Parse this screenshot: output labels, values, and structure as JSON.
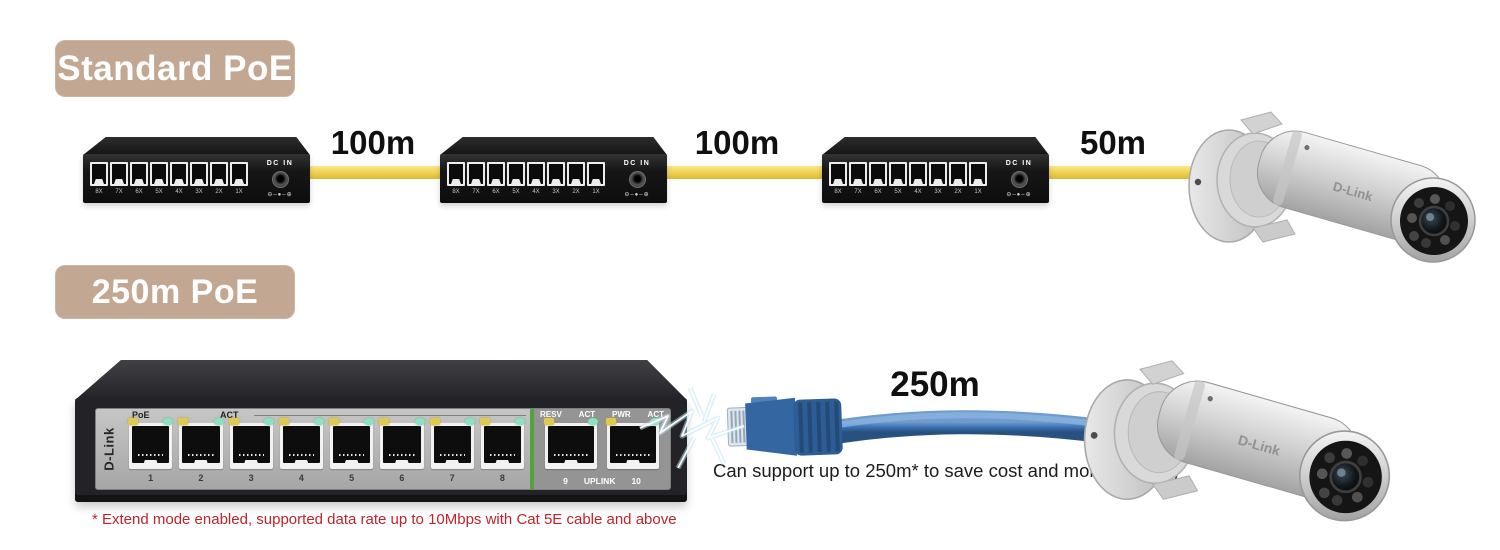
{
  "standard": {
    "badge_label": "Standard PoE",
    "distances": [
      "100m",
      "100m",
      "50m"
    ]
  },
  "extended": {
    "badge_label": "250m PoE",
    "distance_label": "250m",
    "caption": "Can support up to 250m* to save cost and more flexibility",
    "footnote": "* Extend mode enabled, supported data rate up to 10Mbps with Cat 5E cable and above"
  },
  "small_switch": {
    "dc_label": "DC IN",
    "polarity": "⊖–●–⊕",
    "port_labels": [
      "8X",
      "7X",
      "6X",
      "5X",
      "4X",
      "3X",
      "2X",
      "1X"
    ]
  },
  "big_switch": {
    "brand": "D-Link",
    "led_labels": [
      "PoE",
      "ACT"
    ],
    "uplink_led_labels": [
      "RESV",
      "ACT",
      "PWR",
      "ACT"
    ],
    "port_numbers": [
      "1",
      "2",
      "3",
      "4",
      "5",
      "6",
      "7",
      "8"
    ],
    "uplink_port_numbers": [
      "9",
      "10"
    ],
    "uplink_label": "UPLINK"
  },
  "camera": {
    "brand": "D-Link"
  },
  "colors": {
    "badge-bg": "#c2a893",
    "cable-yellow": "#f0d355",
    "cable-blue": "#3a72b4",
    "footnote-red": "#c2232a",
    "divider-green": "#53a33c",
    "led-yellow": "#ddca52",
    "led-green": "#8fdfc0"
  }
}
